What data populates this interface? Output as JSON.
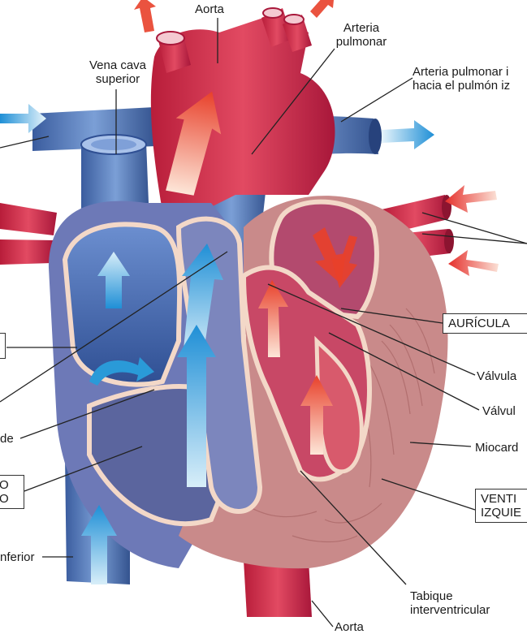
{
  "labels": {
    "aorta_top": "Aorta",
    "pulmonary_artery": [
      "Arteria",
      "pulmonar"
    ],
    "superior_vena_cava": [
      "Vena cava",
      "superior"
    ],
    "left_pulmonary_artery": [
      "Arteria pulmonar i",
      "hacia el pulmón iz"
    ],
    "left_atrium_box": "AURÍCULA",
    "valve_1": "Válvula",
    "valve_2": "Válvul",
    "myocardium": "Miocard",
    "left_ventricle_box": [
      "VENTI",
      "IZQUIE"
    ],
    "septum": [
      "Tabique",
      "interventricular"
    ],
    "aorta_bottom": "Aorta",
    "left_fragment_de": "de",
    "left_box_fragment": [
      "O",
      "O"
    ],
    "inferior_fragment": "nferior"
  },
  "colors": {
    "oxygenated": "#d9304a",
    "deoxygenated": "#5a7fc0",
    "myocardium": "#c98a8a",
    "arrow_red": "#e8402a",
    "arrow_blue": "#2a9ad8"
  }
}
